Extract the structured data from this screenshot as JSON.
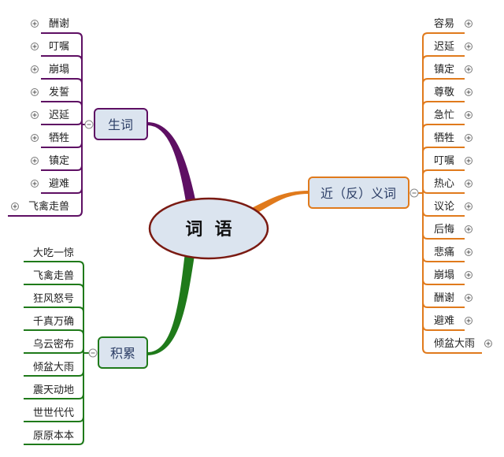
{
  "center": {
    "label": "词  语",
    "fill": "#dbe4ef",
    "stroke": "#7a1a12"
  },
  "branches": [
    {
      "id": "shengci",
      "label": "生词",
      "color": "#5e0f63",
      "items": [
        "酬谢",
        "叮嘱",
        "崩塌",
        "发誓",
        "迟延",
        "牺牲",
        "镇定",
        "避难",
        "飞禽走兽"
      ]
    },
    {
      "id": "jinfanyici",
      "label": "近（反）义词",
      "color": "#e07a1c",
      "items": [
        "容易",
        "迟延",
        "镇定",
        "尊敬",
        "急忙",
        "牺牲",
        "叮嘱",
        "热心",
        "议论",
        "后悔",
        "悲痛",
        "崩塌",
        "酬谢",
        "避难",
        "倾盆大雨"
      ]
    },
    {
      "id": "jilei",
      "label": "积累",
      "color": "#1f7a1a",
      "items": [
        "大吃一惊",
        "飞禽走兽",
        "狂风怒号",
        "千真万确",
        "乌云密布",
        "倾盆大雨",
        "震天动地",
        "世世代代",
        "原原本本"
      ]
    }
  ],
  "icons": {
    "expand": "plus-circle-icon",
    "collapse": "minus-circle-icon"
  }
}
